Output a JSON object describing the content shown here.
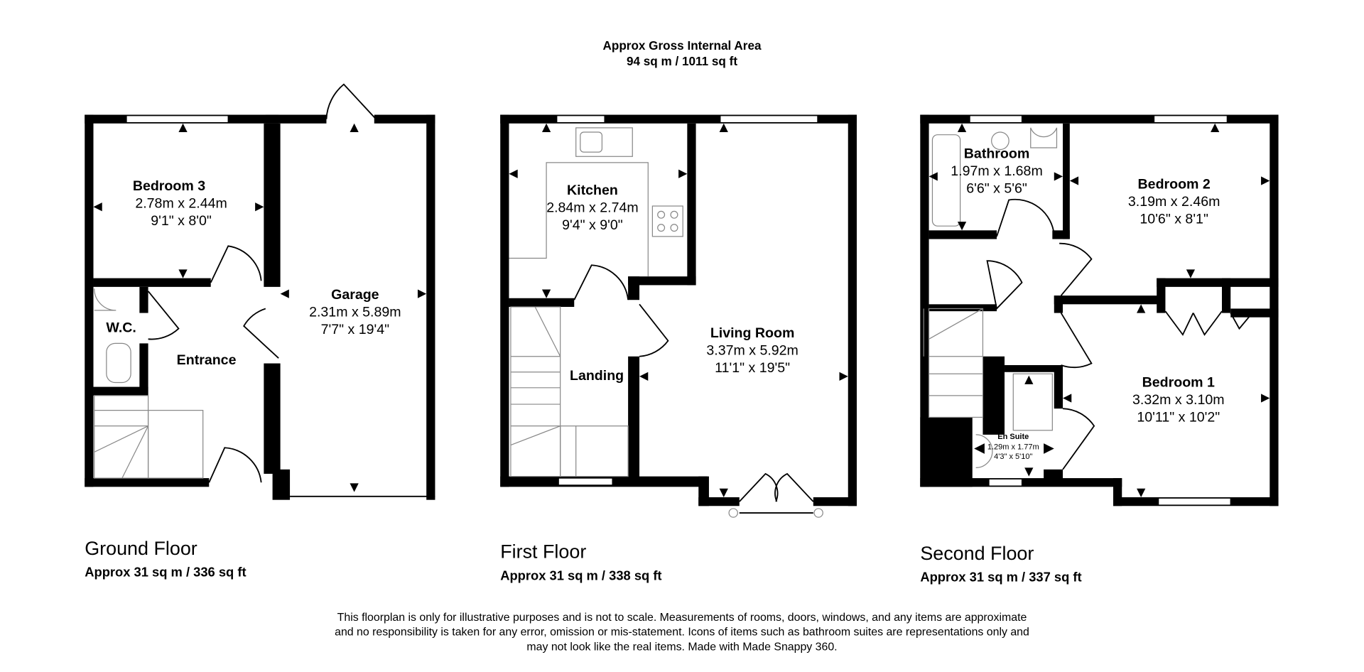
{
  "header": {
    "title": "Approx Gross Internal Area",
    "area": "94 sq m / 1011 sq ft"
  },
  "floors": [
    {
      "name": "Ground Floor",
      "area": "Approx 31 sq m / 336 sq ft",
      "rooms": [
        {
          "name": "Bedroom 3",
          "metric": "2.78m x 2.44m",
          "imperial": "9'1\" x 8'0\""
        },
        {
          "name": "Garage",
          "metric": "2.31m x 5.89m",
          "imperial": "7'7\" x 19'4\""
        },
        {
          "name": "W.C."
        },
        {
          "name": "Entrance"
        }
      ]
    },
    {
      "name": "First Floor",
      "area": "Approx 31 sq m / 338 sq ft",
      "rooms": [
        {
          "name": "Kitchen",
          "metric": "2.84m x 2.74m",
          "imperial": "9'4\" x 9'0\""
        },
        {
          "name": "Living Room",
          "metric": "3.37m x 5.92m",
          "imperial": "11'1\" x 19'5\""
        },
        {
          "name": "Landing"
        }
      ]
    },
    {
      "name": "Second Floor",
      "area": "Approx 31 sq m / 337 sq ft",
      "rooms": [
        {
          "name": "Bathroom",
          "metric": "1.97m x 1.68m",
          "imperial": "6'6\" x 5'6\""
        },
        {
          "name": "Bedroom 2",
          "metric": "3.19m x 2.46m",
          "imperial": "10'6\" x 8'1\""
        },
        {
          "name": "Bedroom 1",
          "metric": "3.32m x 3.10m",
          "imperial": "10'11\" x 10'2\""
        },
        {
          "name": "En Suite",
          "metric": "1.29m x 1.77m",
          "imperial": "4'3\" x 5'10\""
        }
      ]
    }
  ],
  "disclaimer": [
    "This floorplan is only for illustrative purposes and is not to scale. Measurements of rooms, doors, windows, and any items are approximate",
    "and no responsibility is taken for any error, omission or mis-statement. Icons of items such as bathroom suites are representations only and",
    "may not look like the real items. Made with Made Snappy 360."
  ]
}
